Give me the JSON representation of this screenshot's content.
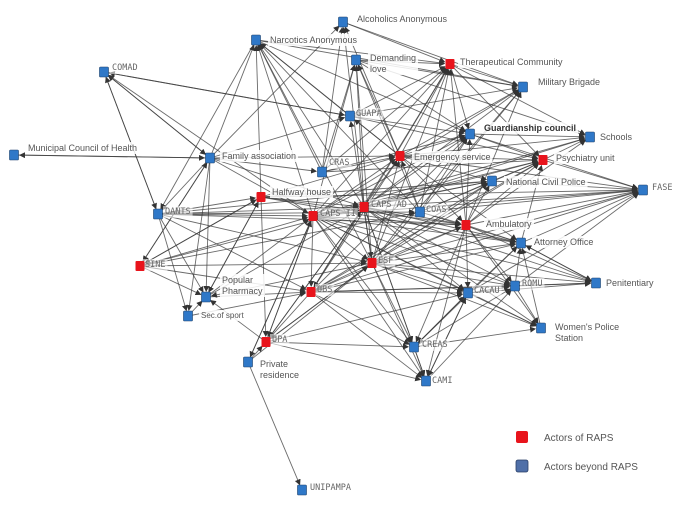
{
  "nodes": [
    {
      "id": "aa",
      "label": "Alcoholics Anonymous",
      "kind": "beyond"
    },
    {
      "id": "na",
      "label": "Narcotics Anonymous",
      "kind": "beyond"
    },
    {
      "id": "dl",
      "label": "Demanding love",
      "kind": "beyond"
    },
    {
      "id": "tc",
      "label": "Therapeutical Community",
      "kind": "raps"
    },
    {
      "id": "comad",
      "label": "COMAD",
      "kind": "beyond"
    },
    {
      "id": "mb",
      "label": "Military Brigade",
      "kind": "beyond"
    },
    {
      "id": "guapa",
      "label": "GUAPA",
      "kind": "beyond"
    },
    {
      "id": "gc",
      "label": "Guardianship council",
      "kind": "beyond"
    },
    {
      "id": "schools",
      "label": "Schools",
      "kind": "beyond"
    },
    {
      "id": "mch",
      "label": "Municipal Council of Health",
      "kind": "beyond"
    },
    {
      "id": "fa",
      "label": "Family association",
      "kind": "beyond"
    },
    {
      "id": "cras",
      "label": "CRAS",
      "kind": "beyond"
    },
    {
      "id": "es",
      "label": "Emergency service",
      "kind": "raps"
    },
    {
      "id": "pu",
      "label": "Psychiatry unit",
      "kind": "raps"
    },
    {
      "id": "ncp",
      "label": "National Civil Police",
      "kind": "beyond"
    },
    {
      "id": "fase",
      "label": "FASE",
      "kind": "beyond"
    },
    {
      "id": "hh",
      "label": "Halfway house",
      "kind": "raps"
    },
    {
      "id": "oants",
      "label": "OANTS",
      "kind": "beyond"
    },
    {
      "id": "caps2",
      "label": "CAPS II",
      "kind": "raps"
    },
    {
      "id": "capsad",
      "label": "CAPS AD",
      "kind": "raps"
    },
    {
      "id": "coas",
      "label": "COAS",
      "kind": "beyond"
    },
    {
      "id": "amb",
      "label": "Ambulatory",
      "kind": "raps"
    },
    {
      "id": "ao",
      "label": "Attorney Office",
      "kind": "beyond"
    },
    {
      "id": "sine",
      "label": "SINE",
      "kind": "raps"
    },
    {
      "id": "esf",
      "label": "ESF",
      "kind": "raps"
    },
    {
      "id": "pp",
      "label": "Popular Pharmacy",
      "kind": "beyond"
    },
    {
      "id": "ubs",
      "label": "UBS",
      "kind": "raps"
    },
    {
      "id": "cacau",
      "label": "CACAU",
      "kind": "beyond"
    },
    {
      "id": "romu",
      "label": "ROMU",
      "kind": "beyond"
    },
    {
      "id": "pen",
      "label": "Penitentiary",
      "kind": "beyond"
    },
    {
      "id": "sos",
      "label": "Sec.of sport",
      "kind": "beyond"
    },
    {
      "id": "wps",
      "label": "Women's Police Station",
      "kind": "beyond"
    },
    {
      "id": "upa",
      "label": "UPA",
      "kind": "raps"
    },
    {
      "id": "creas",
      "label": "CREAS",
      "kind": "beyond"
    },
    {
      "id": "pr",
      "label": "Private residence",
      "kind": "beyond"
    },
    {
      "id": "cami",
      "label": "CAMI",
      "kind": "beyond"
    },
    {
      "id": "unipampa",
      "label": "UNIPAMPA",
      "kind": "beyond"
    }
  ],
  "legend": [
    {
      "label": "Actors of RAPS",
      "color": "#e8141c"
    },
    {
      "label": "Actors beyond RAPS",
      "color": "#4f6fa8"
    }
  ],
  "colors": {
    "raps": "#e8141c",
    "beyond": "#2f78c8",
    "edge": "#3a3a3a"
  }
}
